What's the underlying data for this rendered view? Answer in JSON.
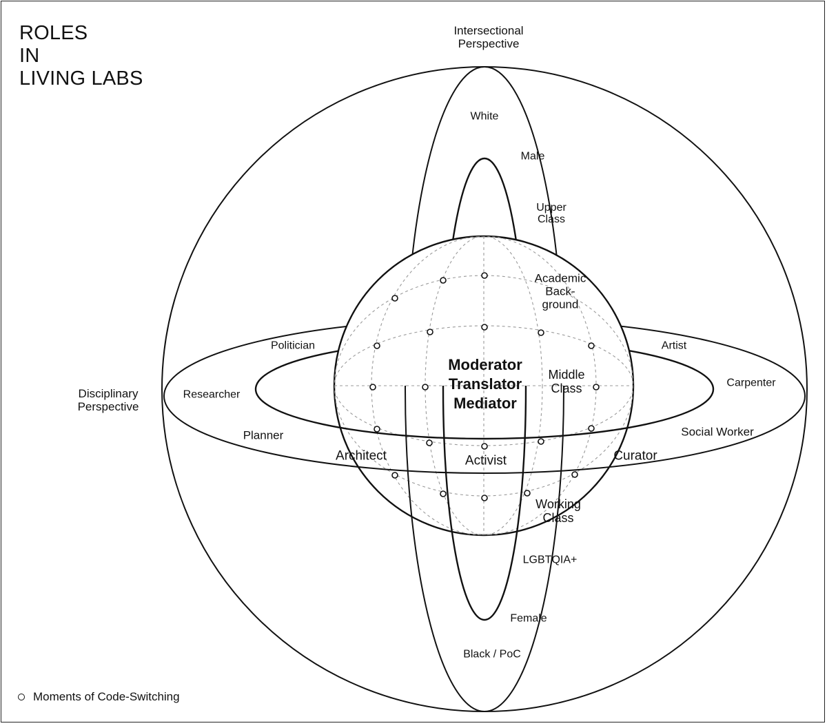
{
  "title": "ROLES\nIN\nLIVING LABS",
  "axes": {
    "intersectional": "Intersectional\nPerspective",
    "disciplinary": "Disciplinary\nPerspective"
  },
  "center_roles": "Moderator\nTranslator\nMediator",
  "intersectional_labels": {
    "white": "White",
    "male": "Male",
    "upper_class": "Upper\nClass",
    "academic_background": "Academic\nBack-\nground",
    "middle_class": "Middle\nClass",
    "working_class": "Working\nClass",
    "lgbtqia": "LGBTQIA+",
    "female": "Female",
    "black_poc": "Black / PoC"
  },
  "disciplinary_labels": {
    "politician": "Politician",
    "researcher": "Researcher",
    "planner": "Planner",
    "architect": "Architect",
    "activist": "Activist",
    "curator": "Curator",
    "social_worker": "Social Worker",
    "carpenter": "Carpenter",
    "artist": "Artist"
  },
  "legend": {
    "marker_icon": "hollow-circle-icon",
    "label": "Moments of Code-Switching"
  },
  "colors": {
    "line": "#111111",
    "grid": "#999999",
    "background": "#ffffff"
  }
}
